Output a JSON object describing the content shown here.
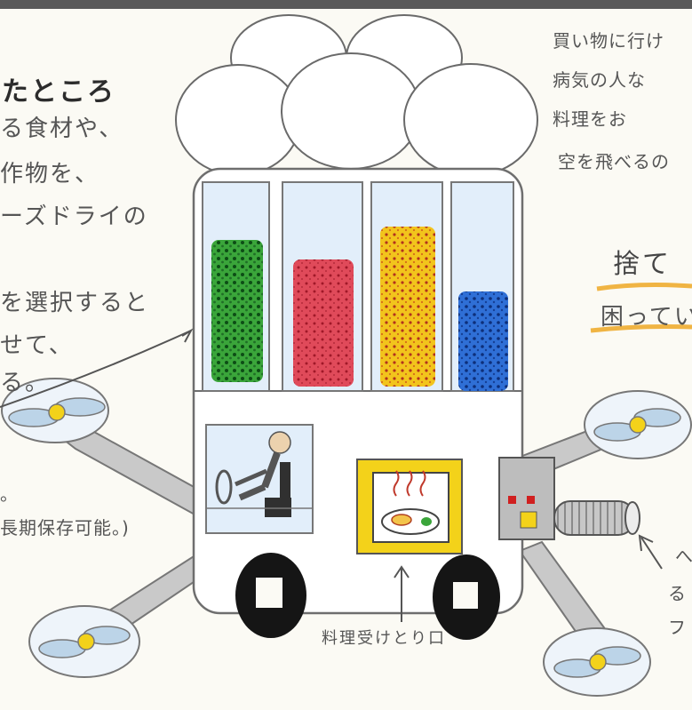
{
  "left_text": {
    "heading": "たところ",
    "lines": [
      "る食材や、",
      "作物を、",
      "ーズドライの"
    ],
    "select_lines": [
      "を選択すると",
      "せて、",
      "る。"
    ],
    "dot": "。",
    "storage_note": "長期保存可能。)"
  },
  "right_text": {
    "lines": [
      "買い物に行け",
      "病気の人な",
      "料理をお",
      "空を飛べるの"
    ],
    "big_heading": "捨て",
    "sub_heading": "困ってい"
  },
  "bottom_right_text": [
    "へ",
    "る",
    "フ"
  ],
  "caption": "料理受けとり口",
  "colors": {
    "green": "#3aa53a",
    "red": "#e04a5a",
    "yellow": "#f2c41c",
    "blue": "#2f6fd6",
    "tire": "#151515",
    "highlight": "#f0b443",
    "window": "#e2eefa",
    "frame_yellow": "#f3d21a"
  }
}
